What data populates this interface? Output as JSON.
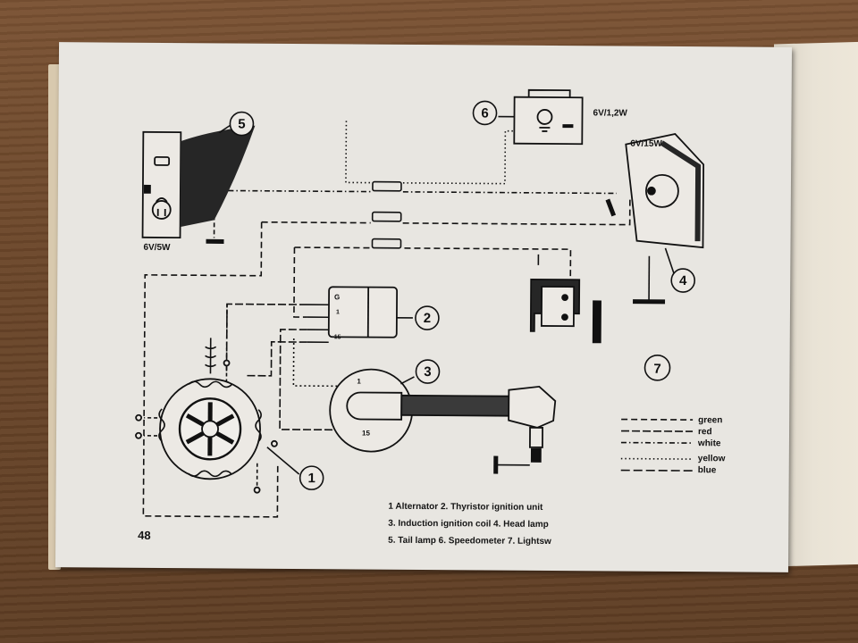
{
  "page_number": "48",
  "callouts": {
    "alternator": "1",
    "ignition_unit": "2",
    "ignition_coil": "3",
    "head_lamp": "4",
    "tail_lamp": "5",
    "speedometer": "6",
    "lightswitch": "7"
  },
  "ratings": {
    "tail_lamp": "6V/5W",
    "speedometer": "6V/1,2W",
    "head_lamp": "6V/15W"
  },
  "ignition_unit_terminals": [
    "G",
    "1",
    "15"
  ],
  "coil_terminals": [
    "1",
    "15"
  ],
  "legend": [
    "green",
    "red",
    "white",
    "yellow",
    "blue"
  ],
  "caption": [
    "1  Alternator 2. Thyristor ignition unit",
    "3. Induction ignition coil 4. Head lamp",
    "5. Tail lamp 6. Speedometer 7.  Lightsw"
  ]
}
